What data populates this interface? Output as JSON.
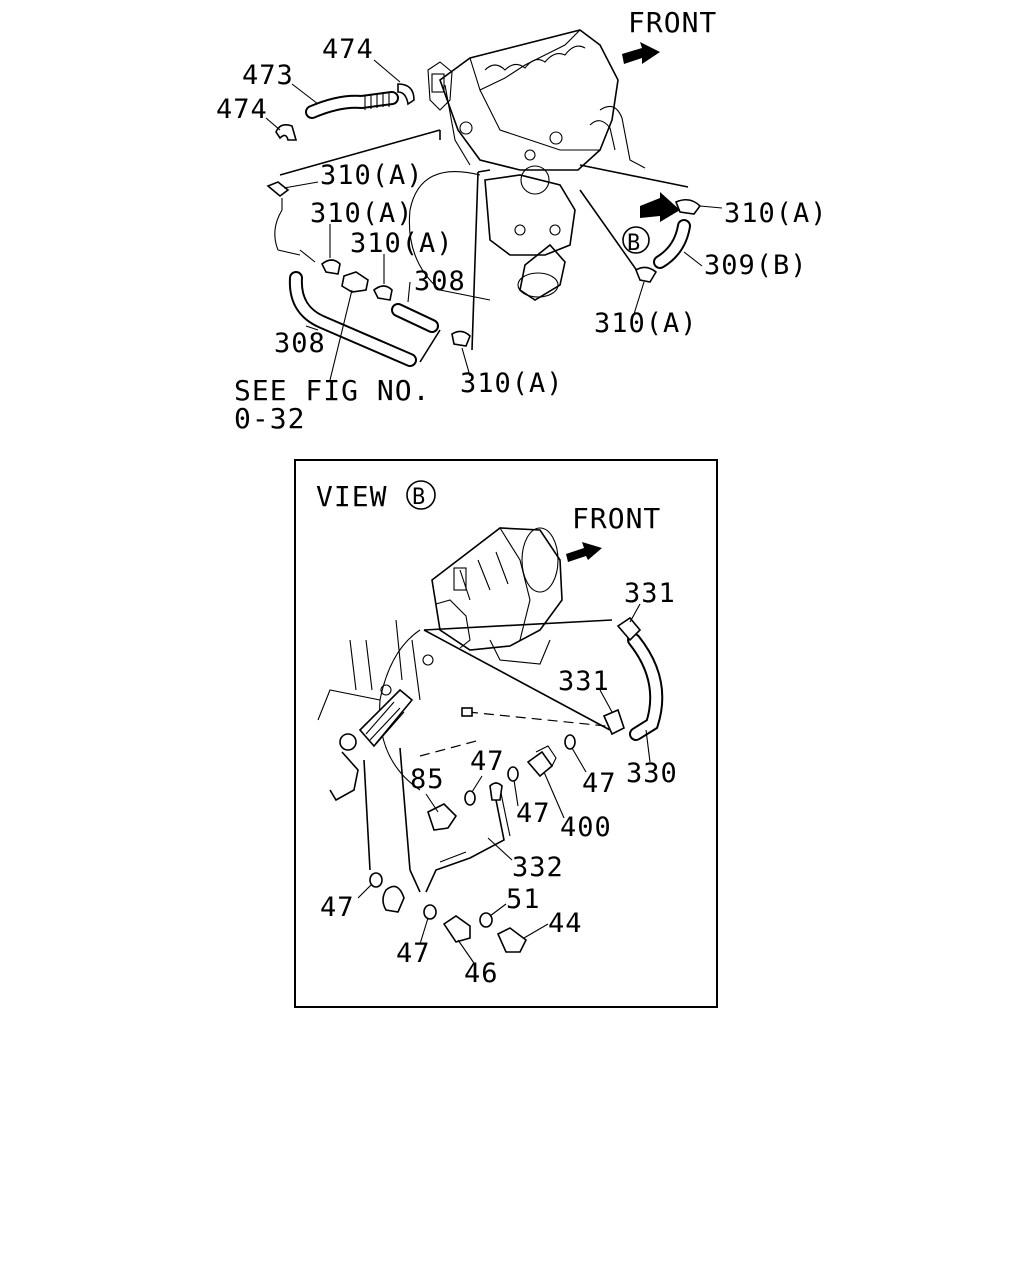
{
  "top": {
    "front": "FRONT",
    "labels": [
      "474",
      "473",
      "474",
      "310(A)",
      "310(A)",
      "310(A)",
      "308",
      "308",
      "310(A)",
      "310(A)",
      "309(B)",
      "310(A)"
    ],
    "view_marker": "B",
    "see_fig": "SEE FIG NO.",
    "see_fig_no": "0-32"
  },
  "view": {
    "title": "VIEW",
    "marker": "B",
    "front": "FRONT",
    "labels": [
      "331",
      "331",
      "330",
      "47",
      "85",
      "47",
      "47",
      "400",
      "332",
      "47",
      "51",
      "44",
      "47",
      "46"
    ]
  }
}
